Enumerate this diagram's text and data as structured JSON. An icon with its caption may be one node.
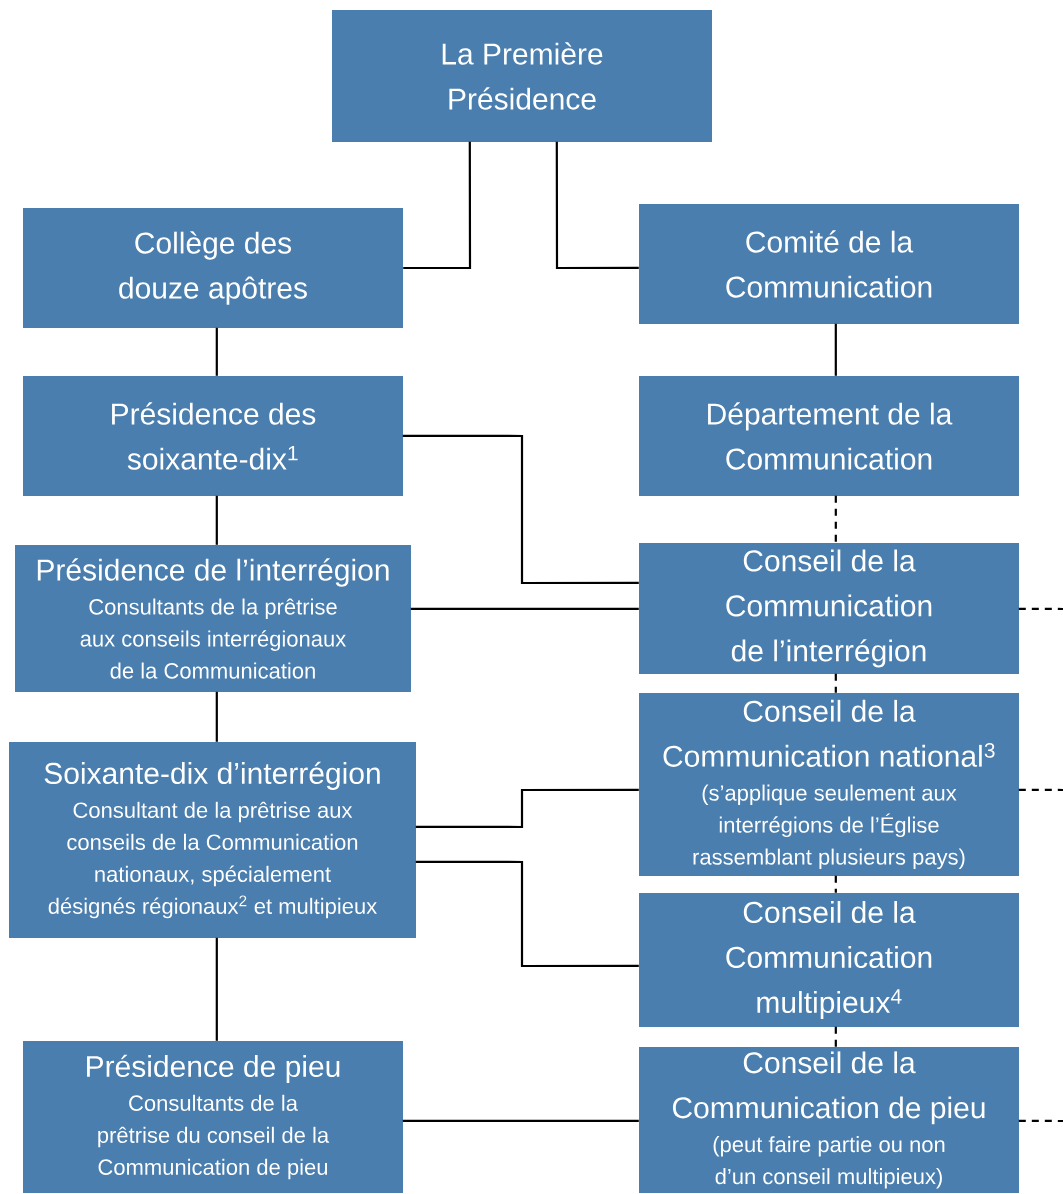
{
  "diagram": {
    "nodes": [
      {
        "text": [
          "La Première Présidence"
        ]
      },
      {
        "text": [
          "Collège des douze apôtres"
        ]
      },
      {
        "text": [
          "Comité de la Communication"
        ]
      },
      {
        "text": [
          "Présidence des soixante-dix$^{1}$"
        ]
      },
      {
        "text": [
          "Département de la Communication"
        ]
      },
      {
        "text": [
          "Présidence de l’interrégion",
          "Consultants de la prêtrise aux conseils interrégionaux de la Communication"
        ]
      },
      {
        "text": [
          "Conseil de la Communication de l’interrégion"
        ]
      },
      {
        "text": [
          "Soixante-dix d’interrégion",
          "Consultant de la prêtrise aux conseils de la Communication nationaux, spécialement désignés régionaux$^{2}$ et multipieux"
        ]
      },
      {
        "text": [
          "Conseil de la Communication national$^{3}$",
          "(s’applique seulement aux interrégions de l’Église rassemblant plusieurs pays)"
        ]
      },
      {
        "text": [
          "Conseil de la Communication multipieux$^{4}$"
        ]
      },
      {
        "text": [
          "Présidence de pieu",
          "Consultants de la prêtrise du conseil de la Communication de pieu"
        ]
      },
      {
        "text": [
          "Conseil de la Communication de pieu",
          "(peut faire partie ou non d’un conseil multipieux)"
        ]
      }
    ],
    "edges": [
      {
        "from": 0,
        "to": 1,
        "arrow": "none"
      },
      {
        "from": 0,
        "to": 2,
        "arrow": "none"
      },
      {
        "from": 1,
        "to": 3,
        "arrow": "none"
      },
      {
        "from": 2,
        "to": 4,
        "arrow": "none"
      },
      {
        "from": 3,
        "to": 5,
        "arrow": "none"
      },
      {
        "from": 3,
        "to": 6,
        "arrow": "none"
      },
      {
        "from": 4,
        "to": 6,
        "arrow": "none",
        "style": "dashed"
      },
      {
        "from": 5,
        "to": 6,
        "arrow": "none"
      },
      {
        "from": 6,
        "to": null,
        "arrow": "none",
        "style": "dashed"
      },
      {
        "from": 5,
        "to": 7,
        "arrow": "none"
      },
      {
        "from": 6,
        "to": 8,
        "arrow": "none",
        "style": "dashed"
      },
      {
        "from": 7,
        "to": 8,
        "arrow": "none"
      },
      {
        "from": 7,
        "to": 9,
        "arrow": "none"
      },
      {
        "from": 8,
        "to": null,
        "arrow": "none",
        "style": "dashed"
      },
      {
        "from": 8,
        "to": 9,
        "arrow": "none",
        "style": "dashed"
      },
      {
        "from": 7,
        "to": 10,
        "arrow": "none"
      },
      {
        "from": 9,
        "to": 11,
        "arrow": "none",
        "style": "dashed"
      },
      {
        "from": 10,
        "to": 11,
        "arrow": "none"
      },
      {
        "from": 11,
        "to": null,
        "arrow": "none",
        "style": "dashed"
      }
    ]
  }
}
